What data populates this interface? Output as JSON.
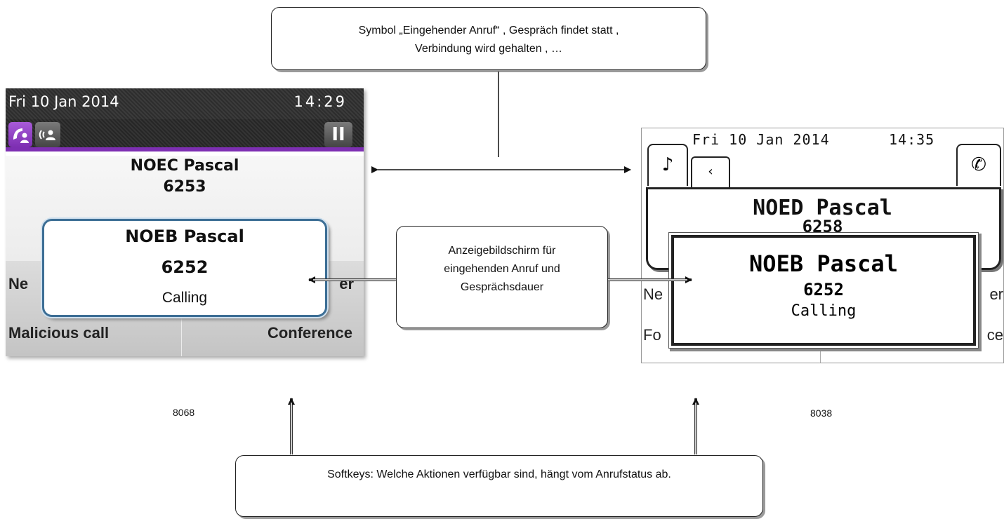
{
  "callouts": {
    "top": {
      "line1": "Symbol „Eingehender Anruf“ , Gespräch findet statt ,",
      "line2": "Verbindung wird gehalten , …"
    },
    "middle": {
      "line1": "Anzeigebildschirm für",
      "line2": "eingehenden Anruf und",
      "line3": "Gesprächsdauer"
    },
    "bottom": {
      "text": "Softkeys: Welche Aktionen verfügbar sind, hängt vom Anrufstatus ab."
    }
  },
  "models": {
    "left": "8068",
    "right": "8038"
  },
  "phone_8068": {
    "date": "Fri 10 Jan 2014",
    "time": "14:29",
    "tabs": {
      "active_icon": "incoming-call-icon",
      "second_icon": "conversation-icon",
      "pause": "II"
    },
    "call": {
      "name": "NOEC Pascal",
      "number": "6253"
    },
    "popup": {
      "name": "NOEB Pascal",
      "number": "6252",
      "status": "Calling"
    },
    "softkeys": {
      "top_left": "Ne",
      "top_right": "er",
      "bottom_left": "Malicious call",
      "bottom_right": "Conference"
    }
  },
  "phone_8038": {
    "date": "Fri 10 Jan 2014",
    "time": "14:35",
    "tabs": {
      "tab1_icon": "note-icon",
      "tab2_icon": "small-tab-icon",
      "tab3_icon": "incoming-call-icon"
    },
    "call": {
      "name": "NOED Pascal",
      "number": "6258"
    },
    "popup": {
      "name": "NOEB Pascal",
      "number": "6252",
      "status": "Calling"
    },
    "softkeys": {
      "top_left": "Ne",
      "top_right": "er",
      "bottom_left": "Fo",
      "bottom_right": "ce"
    }
  }
}
